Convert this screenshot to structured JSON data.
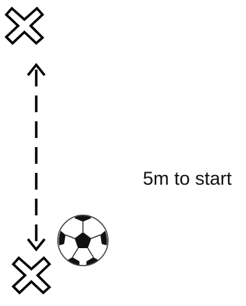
{
  "diagram": {
    "distance_label": "5m to start",
    "markers": [
      {
        "name": "top-cross-marker",
        "icon": "cross-marker-icon"
      },
      {
        "name": "bottom-cross-marker",
        "icon": "cross-marker-icon"
      }
    ],
    "ball_icon": "soccer-ball-icon",
    "connector": "dashed-double-arrow",
    "colors": {
      "stroke": "#000000",
      "background": "#ffffff",
      "ball_white": "#ffffff",
      "ball_black": "#111111"
    }
  }
}
